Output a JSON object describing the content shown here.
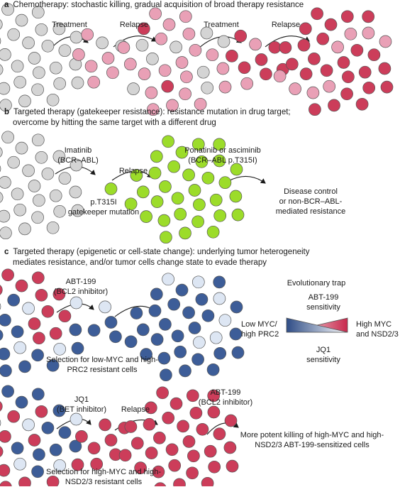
{
  "panel_a": {
    "letter": "a",
    "title": "Chemotherapy: stochastic killing, gradual acquisition of broad therapy resistance",
    "step1": "Treatment",
    "step2": "Relapse",
    "step3": "Treatment",
    "step4": "Relapse"
  },
  "panel_b": {
    "letter": "b",
    "title_line1": "Targeted therapy (gatekeeper resistance): resistance mutation in drug target;",
    "title_line2": "overcome by hitting the same target with a different drug",
    "drug1_line1": "Imatinib",
    "drug1_line2": "(BCR–ABL)",
    "relapse": "Relapse",
    "drug2_line1": "Ponatinib or asciminib",
    "drug2_line2": "(BCR–ABL p.T315I)",
    "mutation_line1": "p.T315I",
    "mutation_line2": "gatekeeper mutation",
    "outcome_line1": "Disease control",
    "outcome_line2": "or non-BCR–ABL-",
    "outcome_line3": "mediated resistance"
  },
  "panel_c": {
    "letter": "c",
    "title_line1": "Targeted therapy (epigenetic or cell-state change): underlying tumor heterogeneity",
    "title_line2": "mediates resistance, and/or tumor cells change state to evade therapy",
    "row1_drug_line1": "ABT-199",
    "row1_drug_line2": "(BCL2 inhibitor)",
    "row1_caption_line1": "Selection for low-MYC and high-",
    "row1_caption_line2": "PRC2 resistant cells",
    "trap_title": "Evolutionary trap",
    "trap_abt_line1": "ABT-199",
    "trap_abt_line2": "sensitivity",
    "trap_jq1_line1": "JQ1",
    "trap_jq1_line2": "sensitivity",
    "trap_left_line1": "Low MYC/",
    "trap_left_line2": "high PRC2",
    "trap_right_line1": "High MYC",
    "trap_right_line2": "and NSD2/3",
    "row2_drug1_line1": "JQ1",
    "row2_drug1_line2": "(BET inhibitor)",
    "row2_relapse": "Relapse",
    "row2_drug2_line1": "ABT-199",
    "row2_drug2_line2": "(BCL2 inhibitor)",
    "row2_outcome_line1": "More potent killing of high-MYC and high-",
    "row2_outcome_line2": "NSD2/3 ABT-199-sensitized cells",
    "row2_caption_line1": "Selection for high-MYC and high-",
    "row2_caption_line2": "NSD2/3 resistant cells"
  },
  "colors": {
    "grey_cell": "#d4d4d4",
    "pink_cell": "#e9a0b6",
    "red_cell": "#cc3d5a",
    "green_cell": "#9cdc2a",
    "blue_cell": "#3d5d98",
    "pale_cell": "#dde6f3",
    "cell_outline": "#555555"
  }
}
